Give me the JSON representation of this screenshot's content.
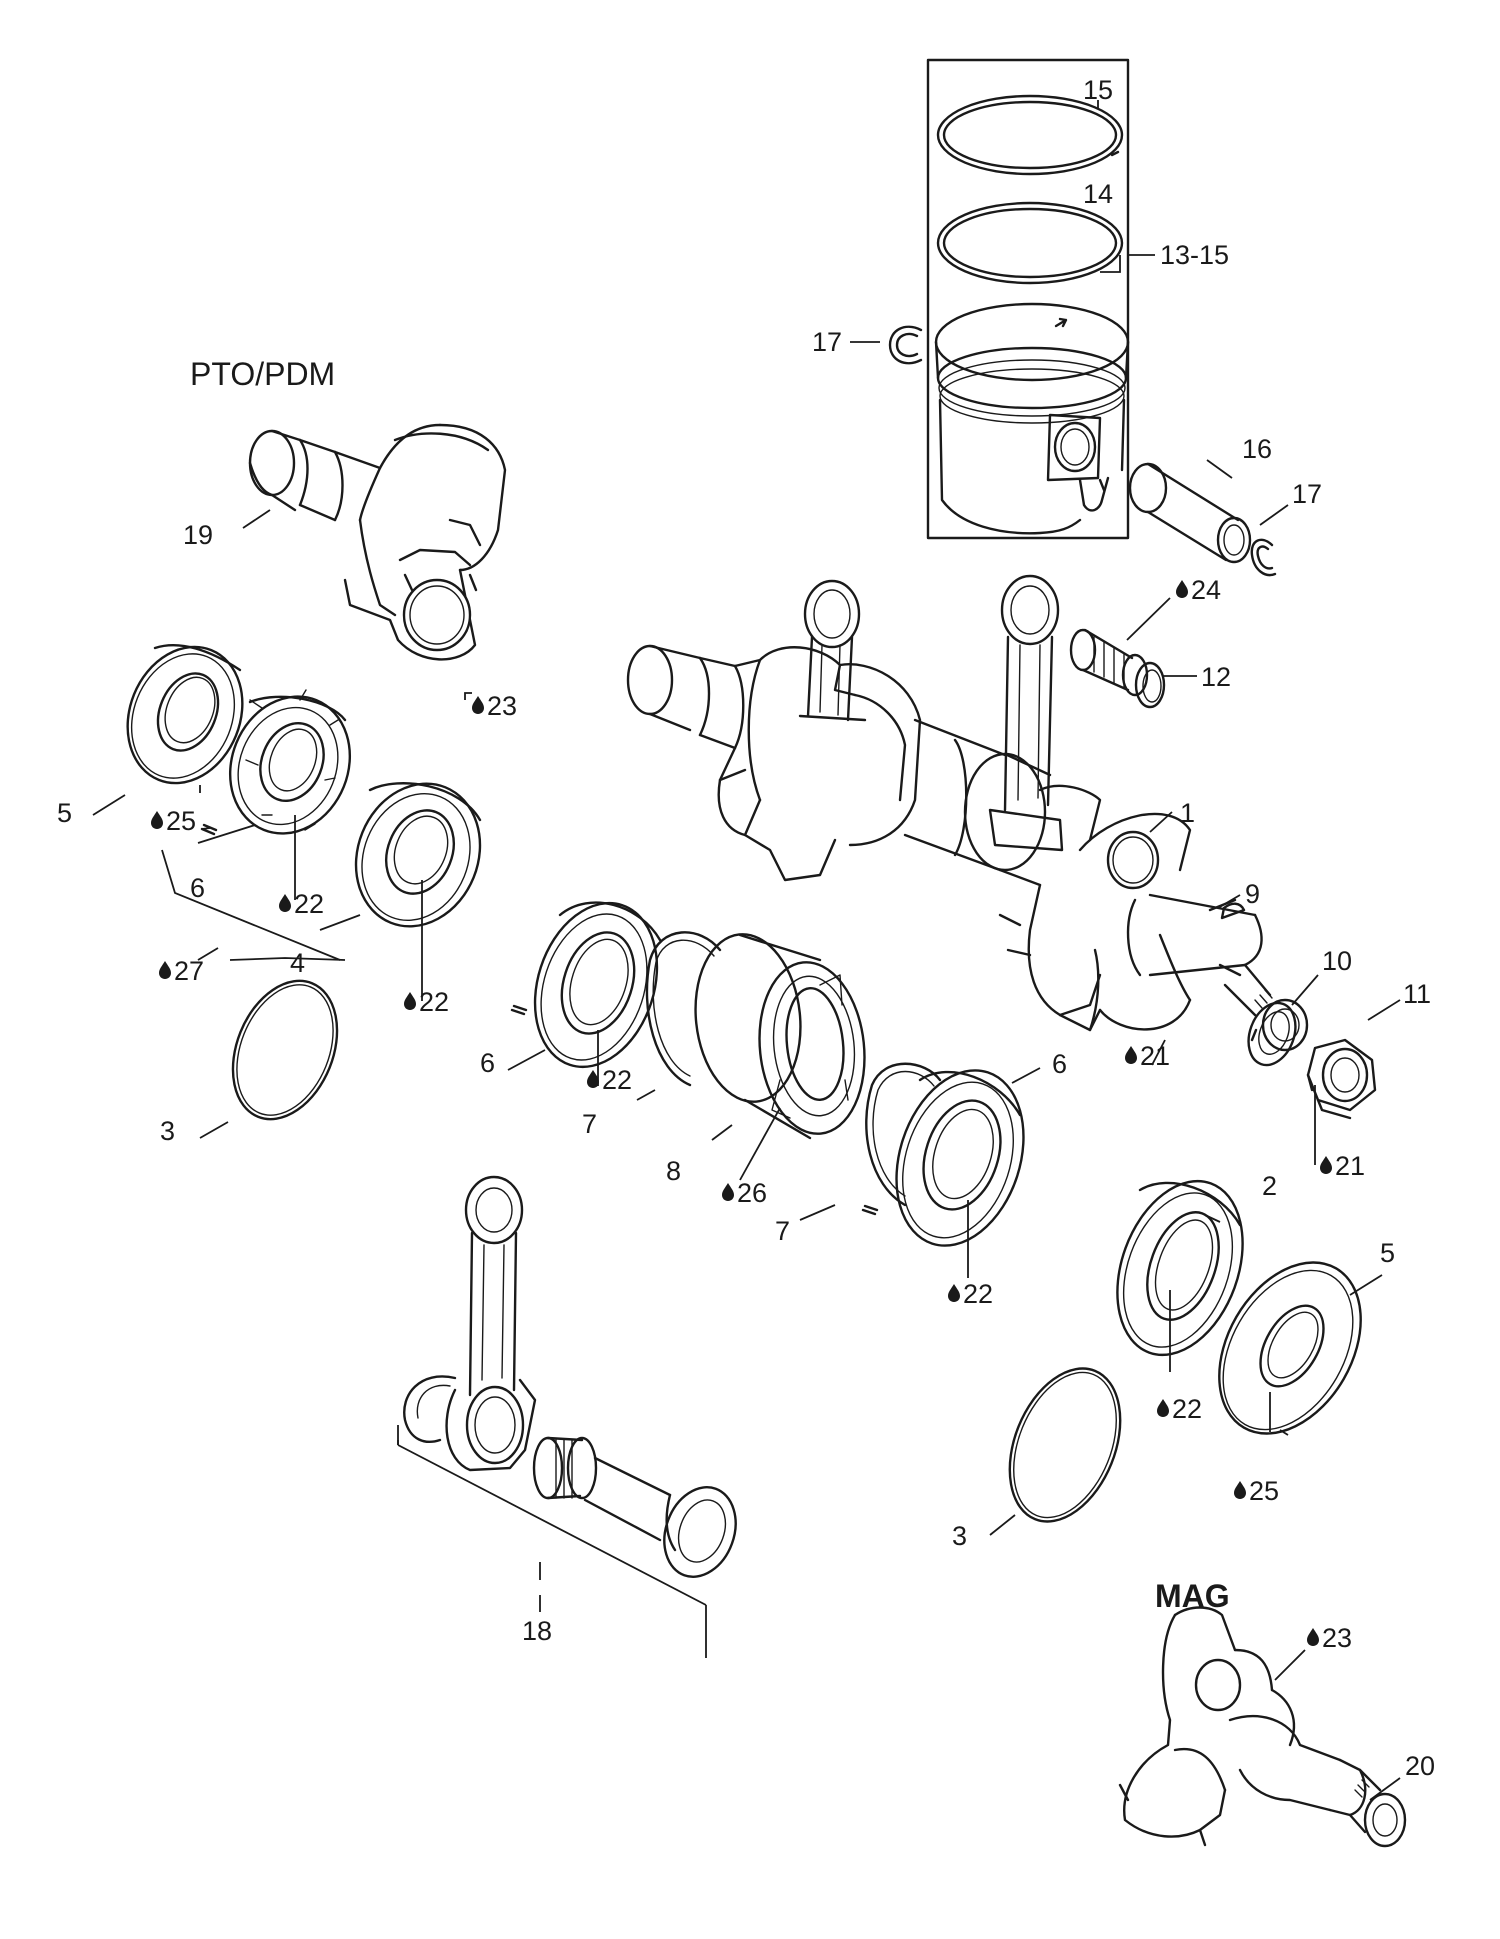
{
  "sections": {
    "pto": "PTO/PDM",
    "mag": "MAG"
  },
  "symbols": {
    "lubricant_drop": "oil-drop-icon"
  },
  "callouts": {
    "c1": "1",
    "c2": "2",
    "c3a": "3",
    "c3b": "3",
    "c4": "4",
    "c5a": "5",
    "c5b": "5",
    "c6a": "6",
    "c6b": "6",
    "c6c": "6",
    "c7a": "7",
    "c7b": "7",
    "c8": "8",
    "c9": "9",
    "c10": "10",
    "c11": "11",
    "c12": "12",
    "c13_15": "13-15",
    "c14": "14",
    "c15": "15",
    "c16": "16",
    "c17a": "17",
    "c17b": "17",
    "c18": "18",
    "c19": "19",
    "c20": "20",
    "l21a": "21",
    "l21b": "21",
    "l22a": "22",
    "l22b": "22",
    "l22c": "22",
    "l22d": "22",
    "l22e": "22",
    "l23a": "23",
    "l23b": "23",
    "l24": "24",
    "l25a": "25",
    "l25b": "25",
    "l26": "26",
    "l27": "27"
  }
}
